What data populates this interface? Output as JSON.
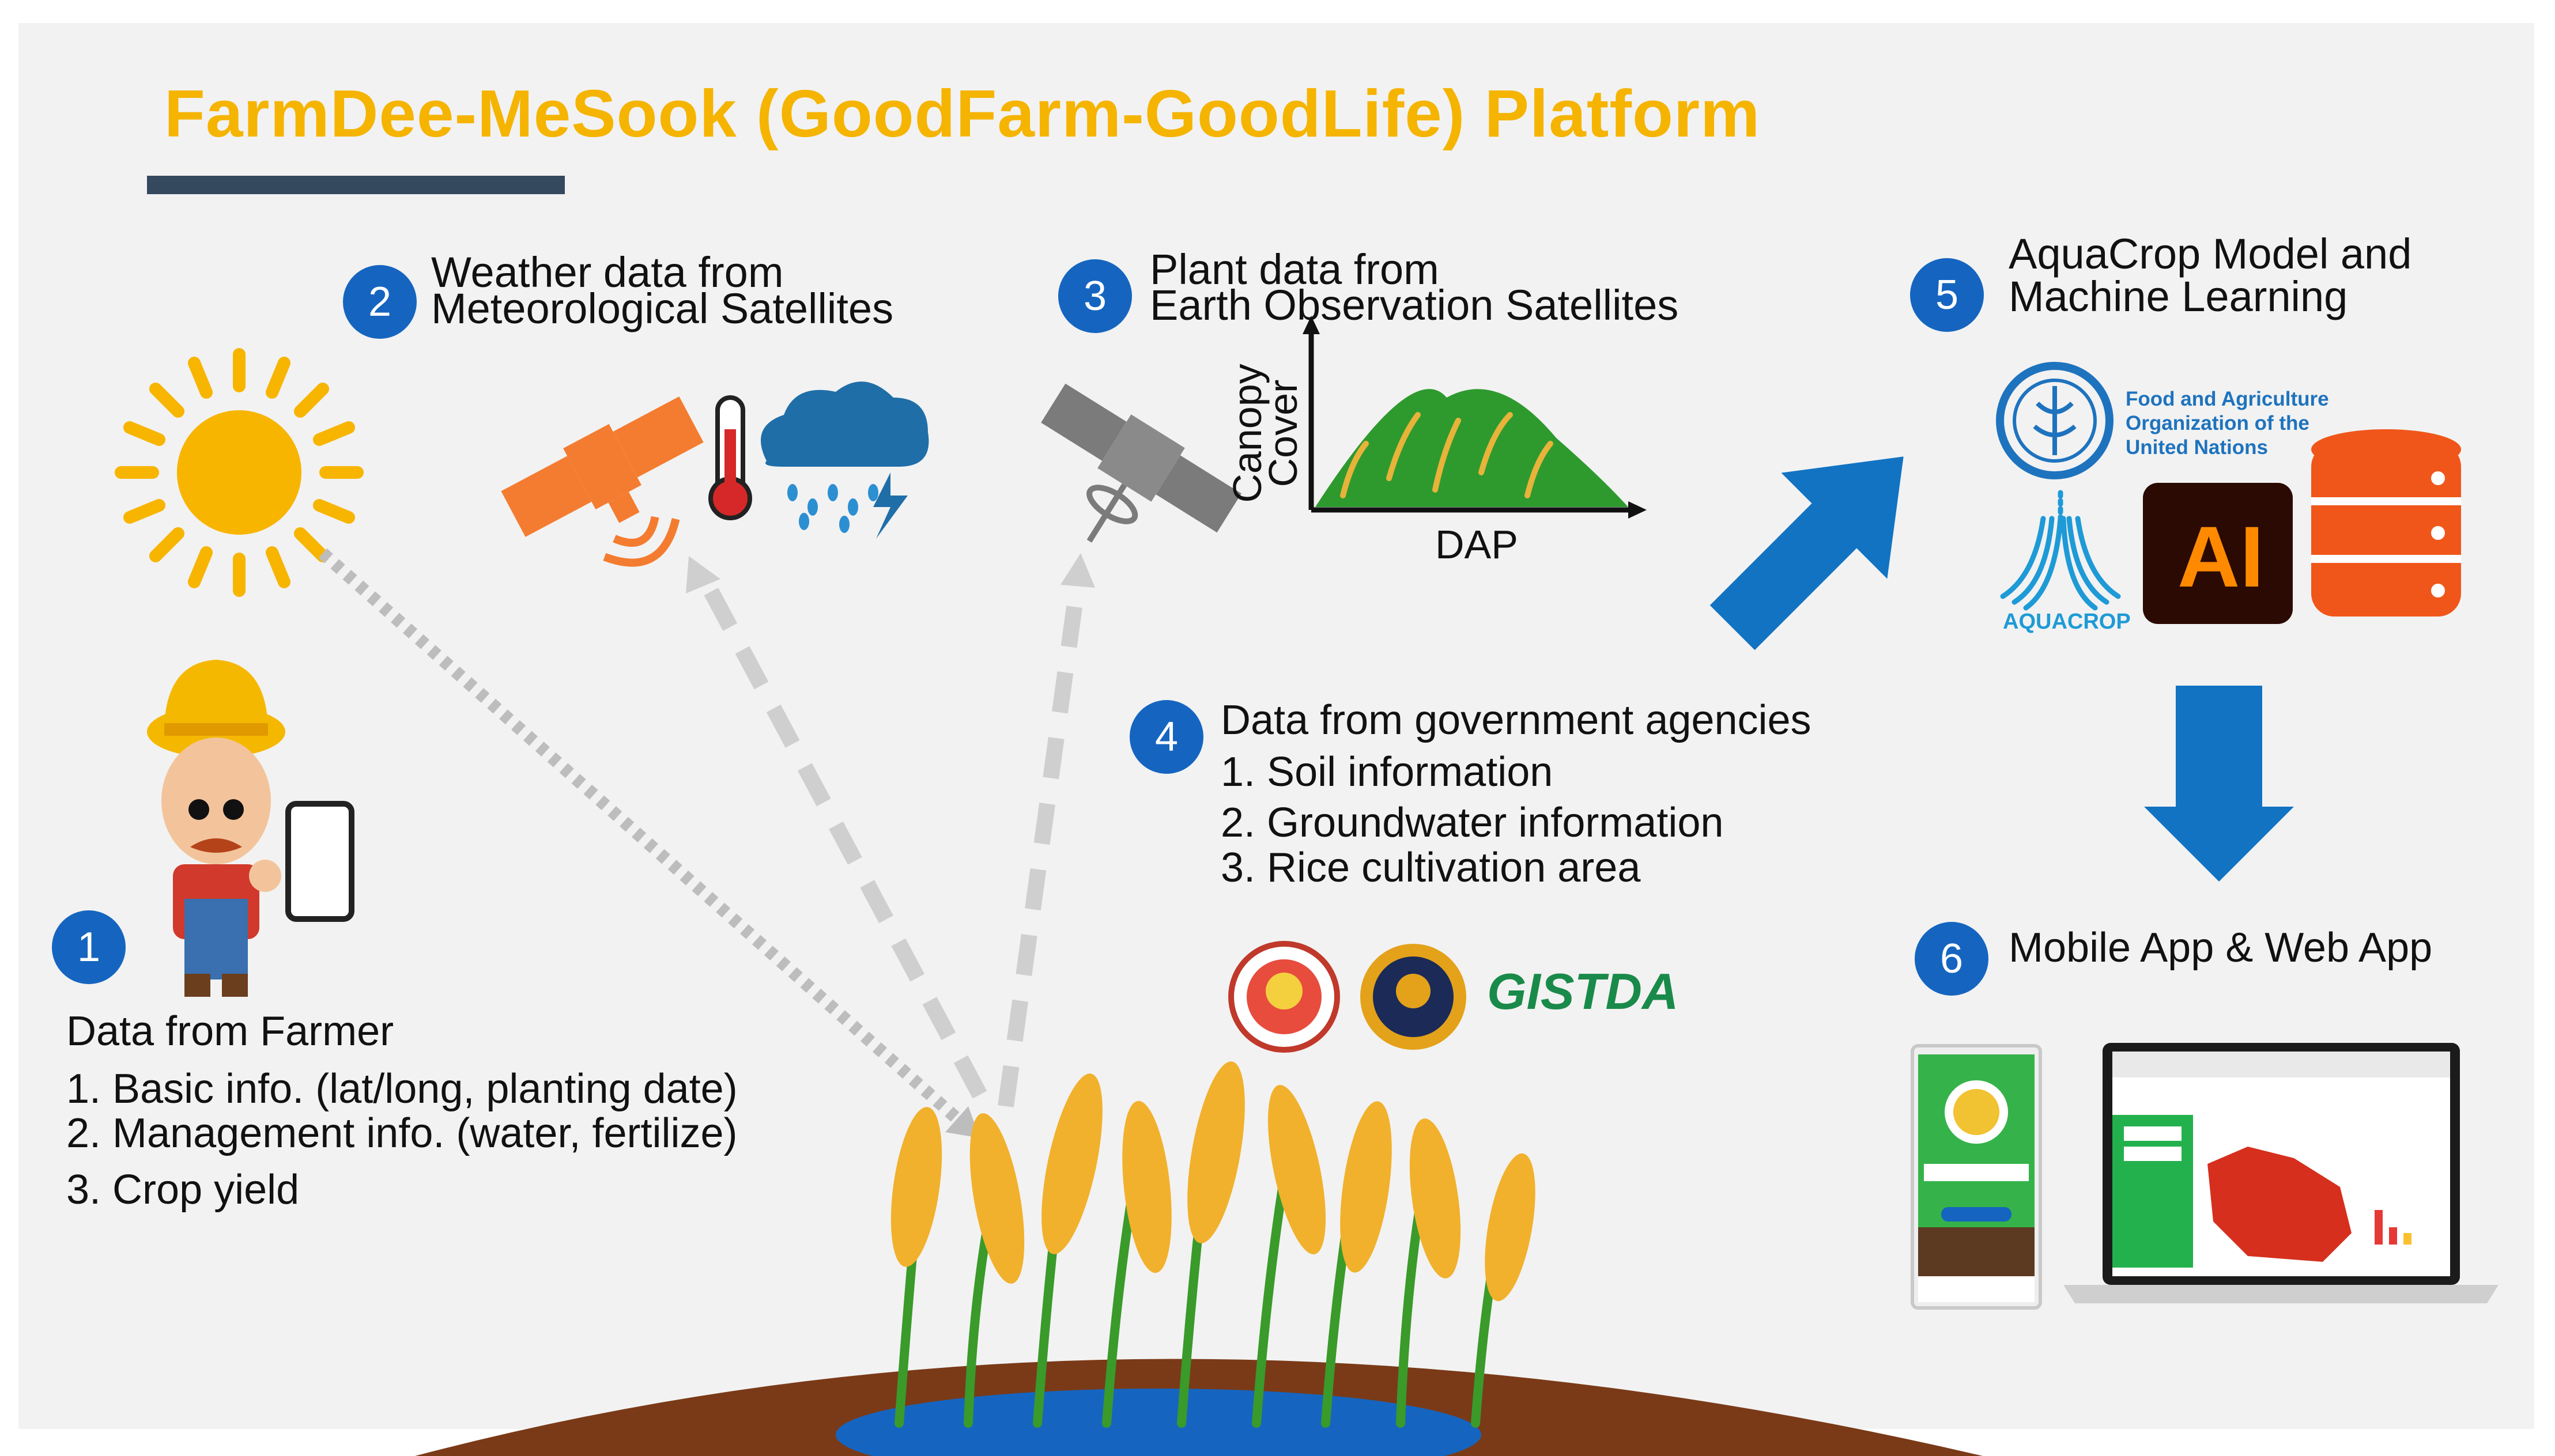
{
  "title": "FarmDee-MeSook (GoodFarm-GoodLife) Platform",
  "colors": {
    "title": "#f5b400",
    "title_bar": "#34495e",
    "badge": "#1565c0",
    "arrow_blue": "#1273c3",
    "satellite_orange": "#f47c30",
    "soil": "#7a3a18",
    "water": "#1565c0",
    "rice_gold": "#f1b12c",
    "leaf_green": "#3a9a2a"
  },
  "steps": [
    {
      "number": "1",
      "heading": "Data from Farmer",
      "items": [
        "1. Basic info. (lat/long, planting date)",
        "2. Management info. (water, fertilize)",
        "3. Crop yield"
      ]
    },
    {
      "number": "2",
      "heading_line1": "Weather data from",
      "heading_line2": "Meteorological Satellites"
    },
    {
      "number": "3",
      "heading_line1": "Plant data from",
      "heading_line2": "Earth Observation Satellites",
      "y_axis_label": "Canopy Cover",
      "x_axis_label": "DAP"
    },
    {
      "number": "4",
      "heading": "Data from government agencies",
      "items": [
        "1. Soil information",
        "2. Groundwater information",
        "3. Rice cultivation area"
      ],
      "logo_text": "GISTDA"
    },
    {
      "number": "5",
      "heading_line1": "AquaCrop Model and",
      "heading_line2": "Machine Learning",
      "fao_lines": [
        "Food and Agriculture",
        "Organization of the",
        "United Nations"
      ],
      "aquacrop_label": "AQUACROP",
      "ai_label": "AI"
    },
    {
      "number": "6",
      "heading": "Mobile App & Web App"
    }
  ],
  "icons": [
    "sun-icon",
    "weather-satellite-icon",
    "thermometer-icon",
    "rain-cloud-icon",
    "observation-satellite-icon",
    "farmer-icon",
    "smartphone-icon",
    "fao-logo-icon",
    "aquacrop-logo-icon",
    "ai-logo-icon",
    "database-icon",
    "mobile-app-icon",
    "laptop-icon",
    "rice-plants-icon",
    "land-department-seal-icon",
    "groundwater-department-seal-icon",
    "gistda-logo-icon"
  ]
}
